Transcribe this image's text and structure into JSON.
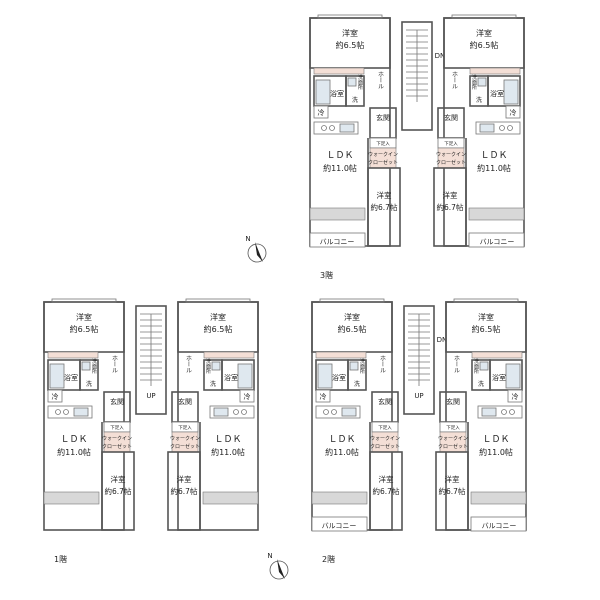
{
  "units": [
    {
      "key": "f3",
      "floor_label": "3階",
      "has_dn": true,
      "has_up": false,
      "north_label": "N",
      "left": {
        "bedroom_top": "洋室",
        "bedroom_top_size": "約6.5帖",
        "bath": "浴室",
        "washroom": "洗面所",
        "laundry": "洗",
        "fridge": "冷",
        "entrance": "玄関",
        "shoebox": "下足入",
        "wic": "ウォークイン",
        "wic2": "クローゼット",
        "ldk": "ＬＤＫ",
        "ldk_size": "約11.0帖",
        "bedroom_bottom": "洋室",
        "bedroom_bottom_size": "約6.7帖",
        "balcony": "バルコニー",
        "hall": "ホール"
      },
      "right": {
        "bedroom_top": "洋室",
        "bedroom_top_size": "約6.5帖",
        "bath": "浴室",
        "washroom": "洗面所",
        "laundry": "洗",
        "fridge": "冷",
        "entrance": "玄関",
        "shoebox": "下足入",
        "wic": "ウォークイン",
        "wic2": "クローゼット",
        "ldk": "ＬＤＫ",
        "ldk_size": "約11.0帖",
        "bedroom_bottom": "洋室",
        "bedroom_bottom_size": "約6.7帖",
        "balcony": "バルコニー",
        "hall": "ホール"
      },
      "stair_label": "DN"
    },
    {
      "key": "f1",
      "floor_label": "1階",
      "has_dn": false,
      "has_up": true,
      "north_label": "N",
      "left": {
        "bedroom_top": "洋室",
        "bedroom_top_size": "約6.5帖",
        "bath": "浴室",
        "washroom": "洗面所",
        "laundry": "洗",
        "fridge": "冷",
        "entrance": "玄関",
        "shoebox": "下足入",
        "wic": "ウォークイン",
        "wic2": "クローゼット",
        "ldk": "ＬＤＫ",
        "ldk_size": "約11.0帖",
        "bedroom_bottom": "洋室",
        "bedroom_bottom_size": "約6.7帖",
        "balcony": "",
        "hall": "ホール"
      },
      "right": {
        "bedroom_top": "洋室",
        "bedroom_top_size": "約6.5帖",
        "bath": "浴室",
        "washroom": "洗面所",
        "laundry": "洗",
        "fridge": "冷",
        "entrance": "玄関",
        "shoebox": "下足入",
        "wic": "ウォークイン",
        "wic2": "クローゼット",
        "ldk": "ＬＤＫ",
        "ldk_size": "約11.0帖",
        "bedroom_bottom": "洋室",
        "bedroom_bottom_size": "約6.7帖",
        "balcony": "",
        "hall": "ホール"
      },
      "stair_label": "UP"
    },
    {
      "key": "f2",
      "floor_label": "2階",
      "has_dn": true,
      "has_up": true,
      "north_label": "N",
      "left": {
        "bedroom_top": "洋室",
        "bedroom_top_size": "約6.5帖",
        "bath": "浴室",
        "washroom": "洗面所",
        "laundry": "洗",
        "fridge": "冷",
        "entrance": "玄関",
        "shoebox": "下足入",
        "wic": "ウォークイン",
        "wic2": "クローゼット",
        "ldk": "ＬＤＫ",
        "ldk_size": "約11.0帖",
        "bedroom_bottom": "洋室",
        "bedroom_bottom_size": "約6.7帖",
        "balcony": "バルコニー",
        "hall": "ホール"
      },
      "right": {
        "bedroom_top": "洋室",
        "bedroom_top_size": "約6.5帖",
        "bath": "浴室",
        "washroom": "洗面所",
        "laundry": "洗",
        "fridge": "冷",
        "entrance": "玄関",
        "shoebox": "下足入",
        "wic": "ウォークイン",
        "wic2": "クローゼット",
        "ldk": "ＬＤＫ",
        "ldk_size": "約11.0帖",
        "bedroom_bottom": "洋室",
        "bedroom_bottom_size": "約6.7帖",
        "balcony": "バルコニー",
        "hall": "ホール"
      },
      "stair_label": "UP",
      "stair_label2": "DN"
    }
  ]
}
